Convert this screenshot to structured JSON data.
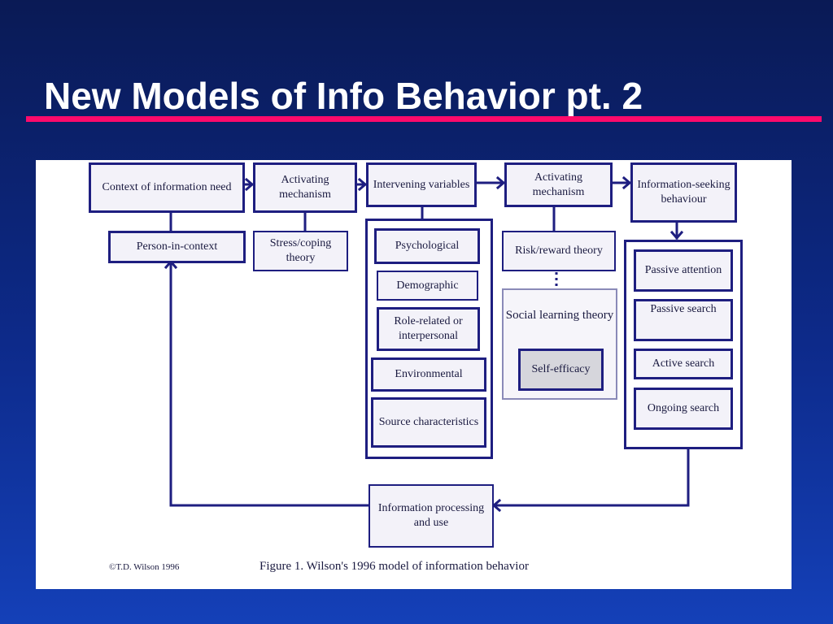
{
  "slide": {
    "title": "New Models of Info Behavior pt. 2",
    "colors": {
      "background_top": "#0a1a55",
      "background_bottom": "#1440b8",
      "title_text": "#ffffff",
      "title_rule": "#ff0a6b",
      "diagram_ink": "#1e1e80"
    }
  },
  "diagram": {
    "nodes": {
      "context": "Context of information need",
      "activating1": "Activating mechanism",
      "intervening": "Intervening variables",
      "activating2": "Activating mechanism",
      "info_seeking": "Information-seeking behaviour",
      "person": "Person-in-context",
      "stress": "Stress/coping theory",
      "psychological": "Psychological",
      "demographic": "Demographic",
      "role": "Role-related or interpersonal",
      "environmental": "Environmental",
      "source": "Source characteristics",
      "risk": "Risk/reward theory",
      "social": "Social learning theory",
      "self_efficacy": "Self-efficacy",
      "passive_attention": "Passive attention",
      "passive_search": "Passive search",
      "active_search": "Active search",
      "ongoing_search": "Ongoing search",
      "processing": "Information processing and use"
    },
    "copyright": "©T.D. Wilson 1996",
    "figure_caption": "Figure 1. Wilson's 1996 model of information behavior"
  }
}
